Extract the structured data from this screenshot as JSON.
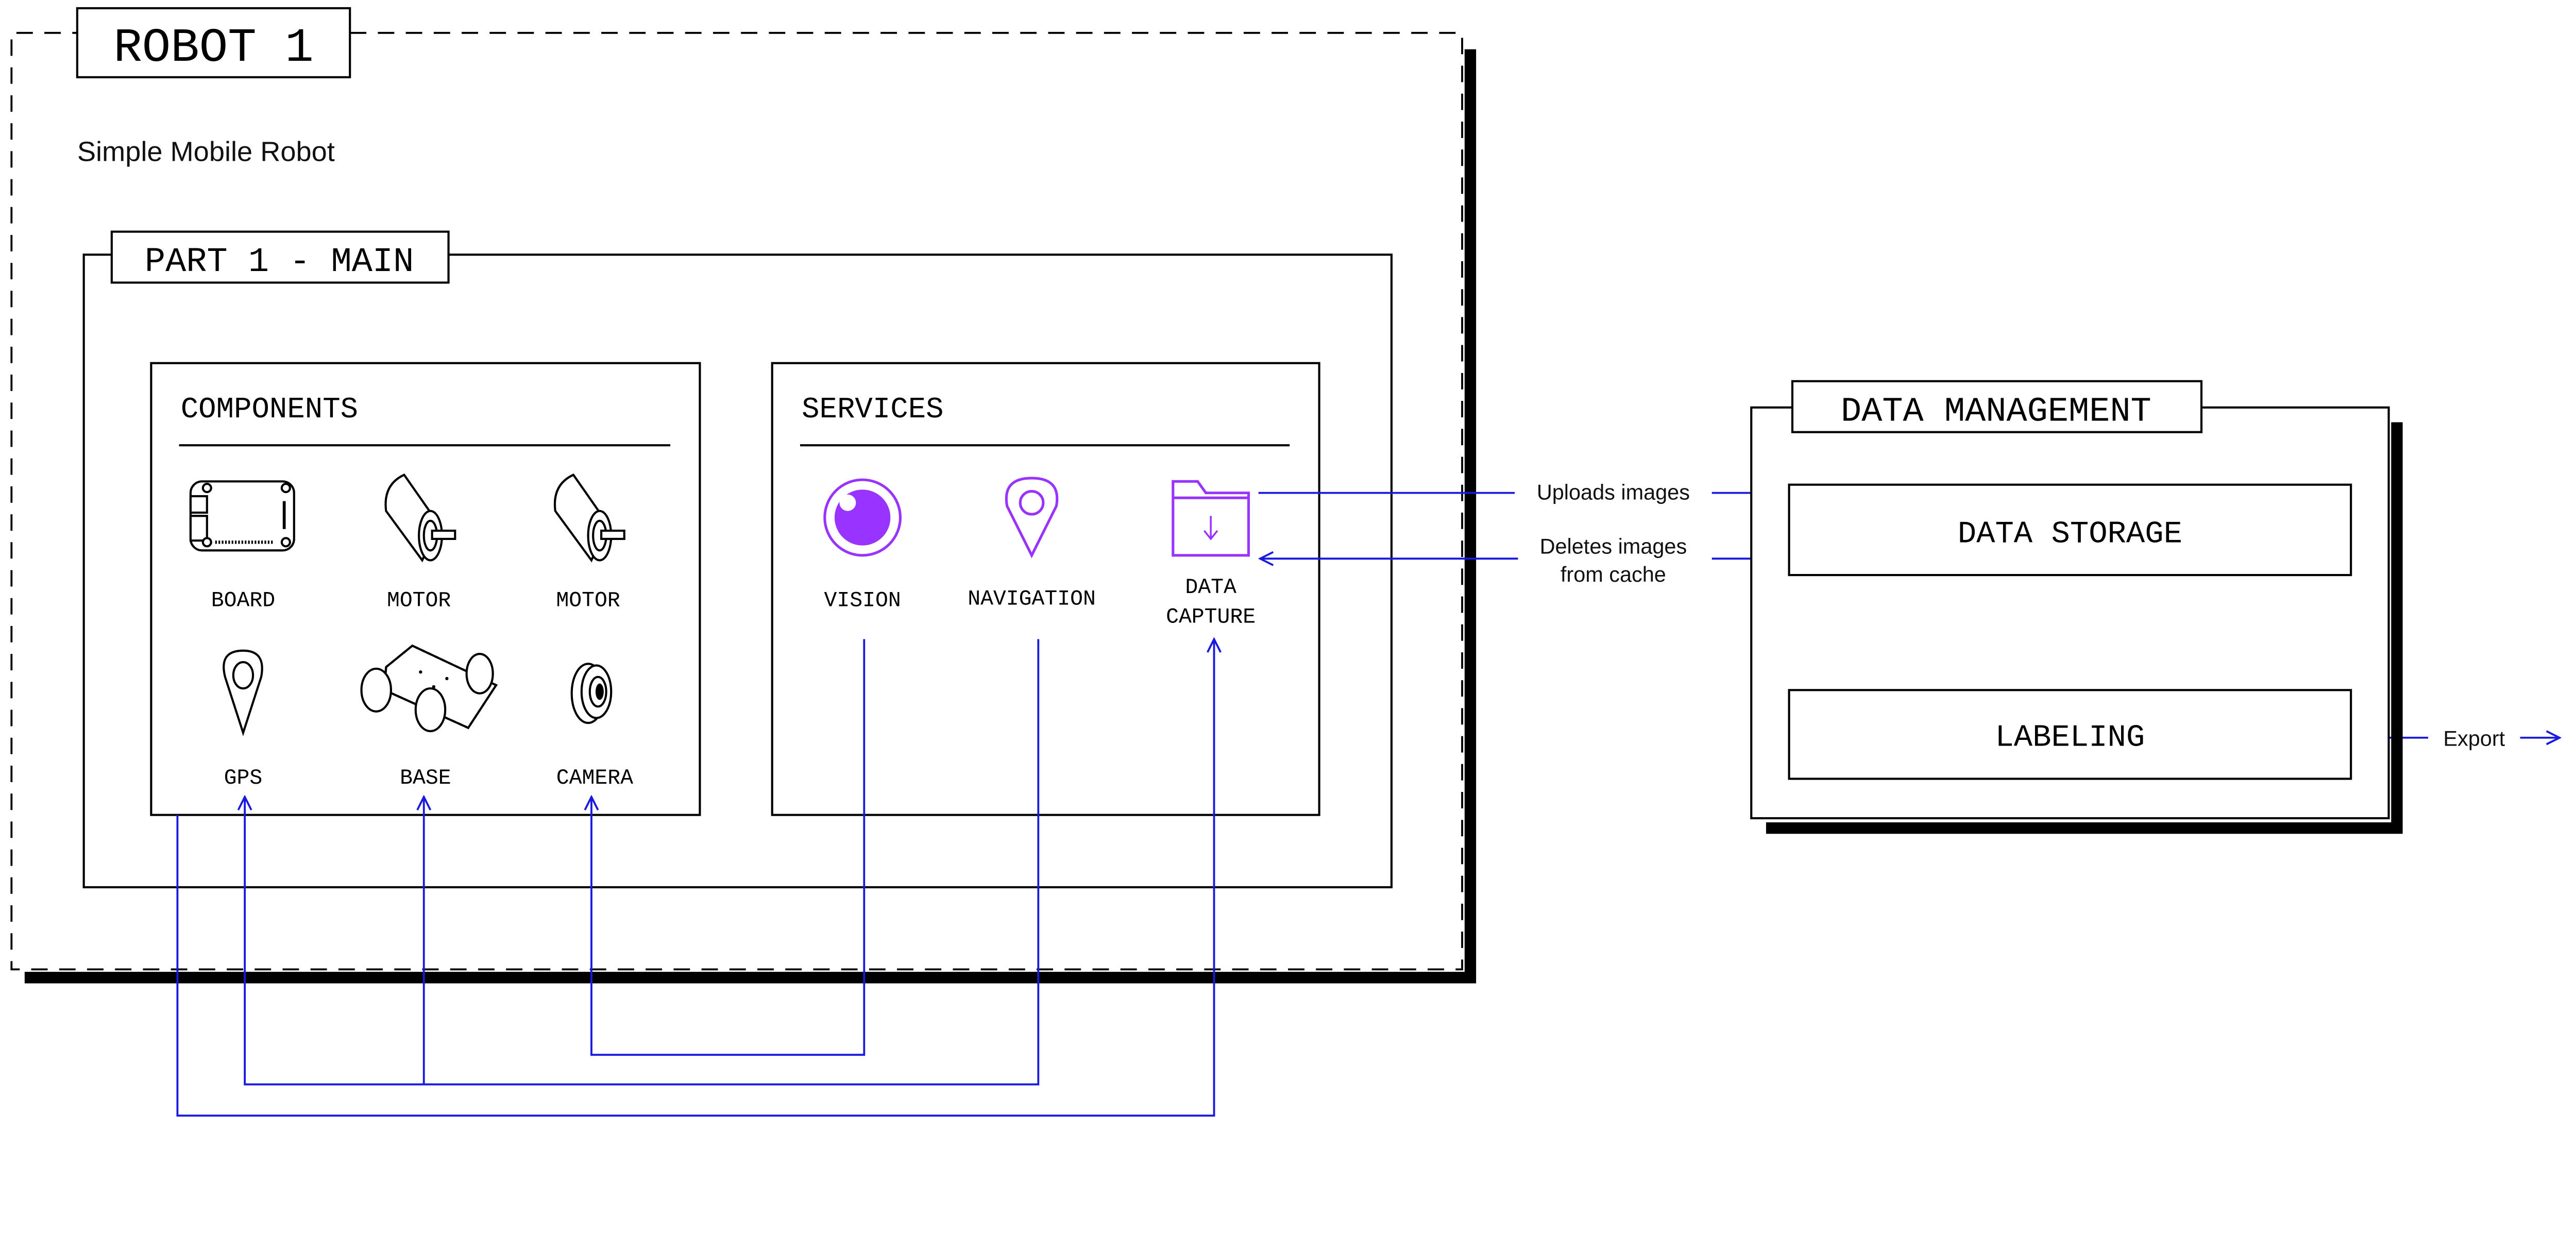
{
  "robot": {
    "title": "ROBOT 1",
    "subtitle": "Simple Mobile Robot",
    "part": {
      "title": "PART 1 - MAIN",
      "components": {
        "title": "COMPONENTS",
        "items": [
          {
            "label": "BOARD",
            "icon": "board-icon"
          },
          {
            "label": "MOTOR",
            "icon": "motor-icon"
          },
          {
            "label": "MOTOR",
            "icon": "motor-icon"
          },
          {
            "label": "GPS",
            "icon": "gps-pin-icon"
          },
          {
            "label": "BASE",
            "icon": "base-icon"
          },
          {
            "label": "CAMERA",
            "icon": "camera-icon"
          }
        ]
      },
      "services": {
        "title": "SERVICES",
        "items": [
          {
            "label": "VISION",
            "icon": "vision-eye-icon"
          },
          {
            "label": "NAVIGATION",
            "icon": "navigation-pin-icon"
          },
          {
            "label_line1": "DATA",
            "label_line2": "CAPTURE",
            "icon": "data-capture-folder-icon"
          }
        ]
      }
    }
  },
  "data_management": {
    "title": "DATA MANAGEMENT",
    "storage": "DATA STORAGE",
    "labeling": "LABELING"
  },
  "edges": {
    "uploads": "Uploads images",
    "deletes_line1": "Deletes images",
    "deletes_line2": "from cache",
    "export": "Export"
  },
  "colors": {
    "connector": "#1a1adf",
    "service_accent": "#9933ff",
    "outline": "#000000"
  }
}
